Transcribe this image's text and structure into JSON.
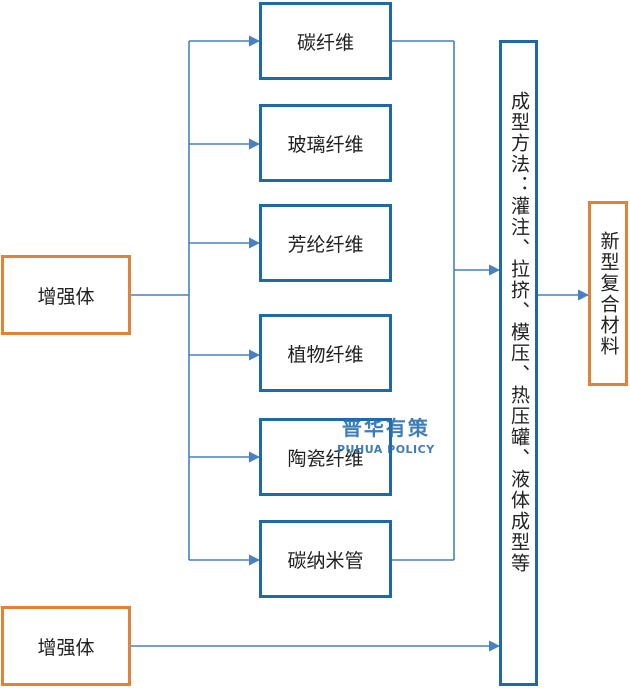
{
  "left_inputs": [
    "增强体",
    "增强体"
  ],
  "fibers": [
    "碳纤维",
    "玻璃纤维",
    "芳纶纤维",
    "植物纤维",
    "陶瓷纤维",
    "碳纳米管"
  ],
  "process": "成型方法：灌注、拉挤、模压、热压罐、液体成型等",
  "output": "新型复合材料",
  "watermark": {
    "cn": "普华有策",
    "en": "PUHUA POLICY"
  },
  "colors": {
    "blue_border": "#1f6aa5",
    "orange_border": "#e2823a",
    "arrow": "#4a7fc1"
  }
}
